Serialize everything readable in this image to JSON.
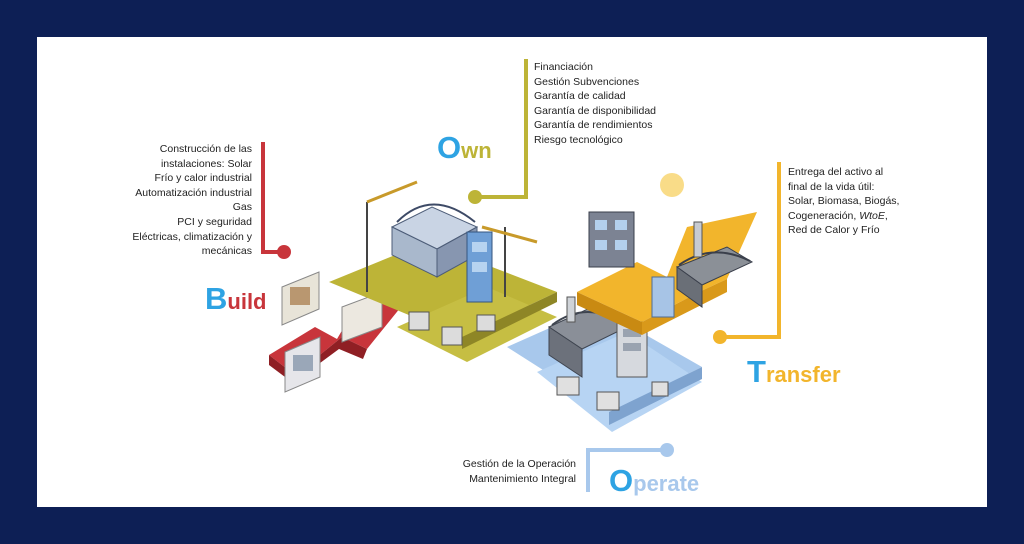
{
  "build": {
    "first_letter": "B",
    "rest": "uild",
    "letter_color": "#2ea3e3",
    "color": "#c8353b",
    "lines": [
      "Construcción de las",
      "instalaciones: Solar",
      "Frío y calor industrial",
      "Automatización industrial",
      "Gas",
      "PCI y seguridad",
      "Eléctricas, climatización y",
      "mecánicas"
    ]
  },
  "own": {
    "first_letter": "O",
    "rest": "wn",
    "letter_color": "#2ea3e3",
    "color": "#bdb437",
    "lines": [
      "Financiación",
      "Gestión Subvenciones",
      "Garantía de calidad",
      "Garantía de disponibilidad",
      "Garantía de rendimientos",
      "Riesgo tecnológico"
    ]
  },
  "transfer": {
    "first_letter": "T",
    "rest": "ransfer",
    "letter_color": "#2ea3e3",
    "color": "#f2b52c",
    "lines": [
      "Entrega del activo al",
      "final de la vida útil:",
      "Solar, Biomasa, Biogás,",
      "Cogeneración, ",
      "Red de Calor y Frío"
    ],
    "line4_italic": "WtoE",
    "line4_suffix": ","
  },
  "operate": {
    "first_letter": "O",
    "rest": "perate",
    "letter_color": "#2ea3e3",
    "color": "#a8c8ec",
    "lines": [
      "Gestión de  la Operación",
      "Mantenimiento Integral"
    ]
  }
}
